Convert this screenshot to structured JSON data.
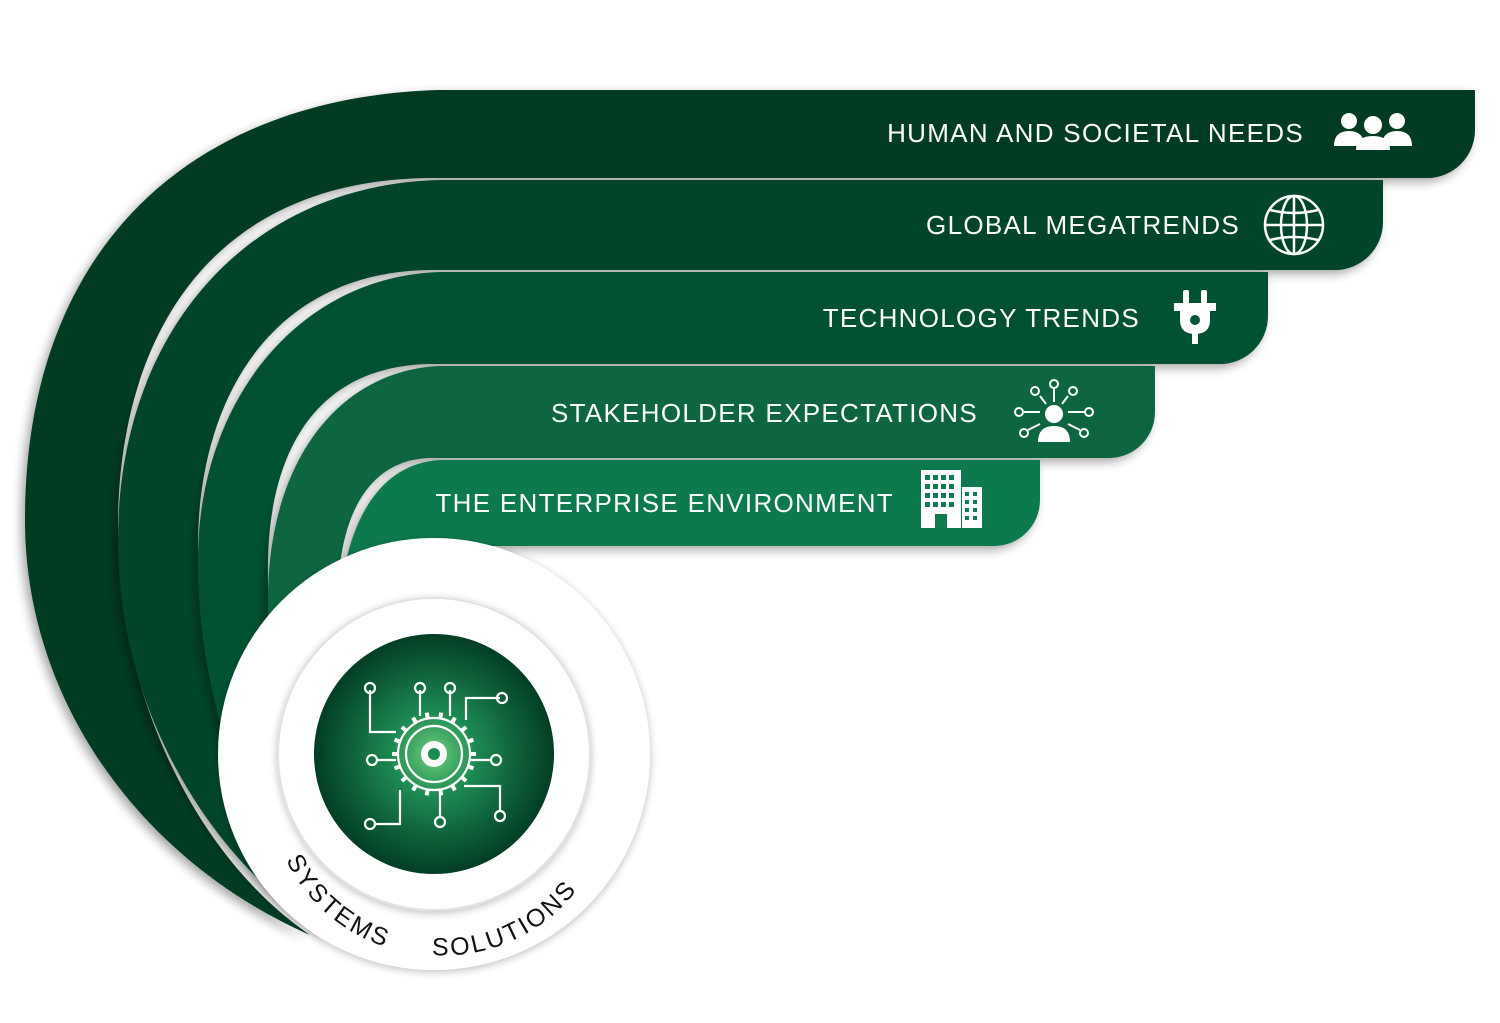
{
  "diagram": {
    "layers": [
      {
        "label": "HUMAN AND SOCIETAL NEEDS",
        "icon": "people-group-icon",
        "color": "#023a22"
      },
      {
        "label": "GLOBAL MEGATRENDS",
        "icon": "globe-icon",
        "color": "#03452a"
      },
      {
        "label": "TECHNOLOGY TRENDS",
        "icon": "plug-icon",
        "color": "#055133"
      },
      {
        "label": "STAKEHOLDER EXPECTATIONS",
        "icon": "stakeholder-network-icon",
        "color": "#0a6641"
      },
      {
        "label": "THE ENTERPRISE ENVIRONMENT",
        "icon": "buildings-icon",
        "color": "#117a4e"
      }
    ],
    "center": {
      "ring_text_left": "SYSTEMS",
      "ring_text_right": "SOLUTIONS",
      "icon": "gear-circuit-icon",
      "core_color": "#0f6b43"
    }
  }
}
